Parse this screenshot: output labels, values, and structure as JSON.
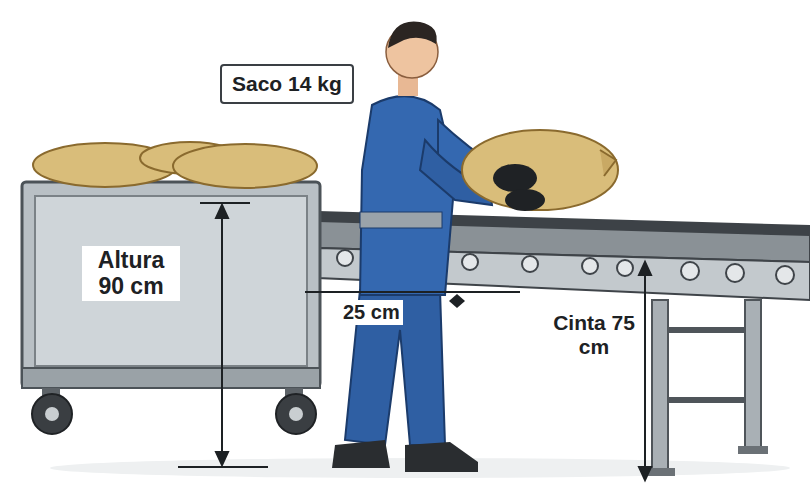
{
  "diagram": {
    "nodes": [
      {
        "text": [
          "Saco 14 kg"
        ]
      }
    ],
    "labels": [
      "Altura 90 cm",
      "25 cm",
      "Cinta 75 cm"
    ]
  }
}
